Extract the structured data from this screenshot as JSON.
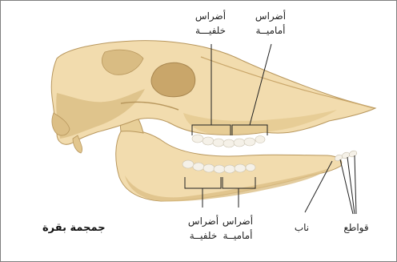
{
  "caption": "جمجمة بقرة",
  "labels": {
    "upper_back_molars": [
      "أضراس",
      "خلفيـــة"
    ],
    "upper_front_molars": [
      "أضراس",
      "أماميــة"
    ],
    "lower_back_molars": [
      "أضراس",
      "خلفيــة"
    ],
    "lower_front_molars": [
      "أضراس",
      "أماميــة"
    ],
    "canine": [
      "ناب"
    ],
    "incisors": [
      "قواطع"
    ]
  },
  "colors": {
    "bone": "#f2dcae",
    "bone_shadow": "#dcbf86",
    "bone_outline": "#b8975d",
    "socket": "#e2c68e",
    "teeth": "#f5f1e8",
    "leader_line": "#222222"
  }
}
